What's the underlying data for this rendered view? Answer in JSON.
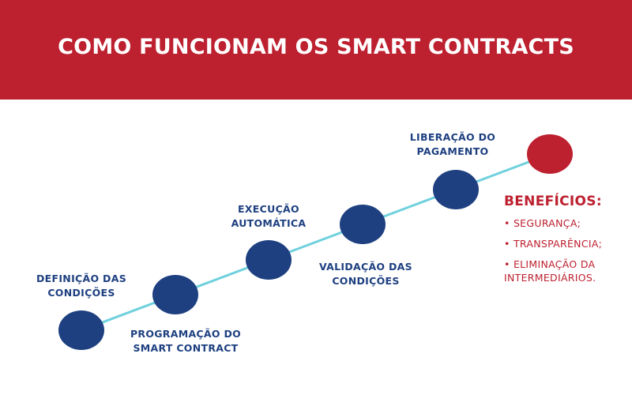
{
  "header": {
    "title": "COMO FUNCIONAM OS SMART CONTRACTS"
  },
  "colors": {
    "header_bg": "#bd202f",
    "step_node": "#1e4080",
    "final_node": "#bd202f",
    "connector": "#6fd0dd"
  },
  "steps": [
    {
      "lines": [
        "DEFINIÇÃO DAS",
        "CONDIÇÕES"
      ]
    },
    {
      "lines": [
        "PROGRAMAÇÃO DO",
        "SMART CONTRACT"
      ]
    },
    {
      "lines": [
        "EXECUÇÃO",
        "AUTOMÁTICA"
      ]
    },
    {
      "lines": [
        "VALIDAÇÃO DAS",
        "CONDIÇÕES"
      ]
    },
    {
      "lines": [
        "LIBERAÇÃO DO",
        "PAGAMENTO"
      ]
    }
  ],
  "benefits": {
    "title": "BENEFÍCIOS:",
    "items": [
      [
        "• SEGURANÇA;"
      ],
      [
        "• TRANSPARÊNCIA;"
      ],
      [
        "• ELIMINAÇÃO DA",
        "INTERMEDIÁRIOS."
      ]
    ]
  }
}
